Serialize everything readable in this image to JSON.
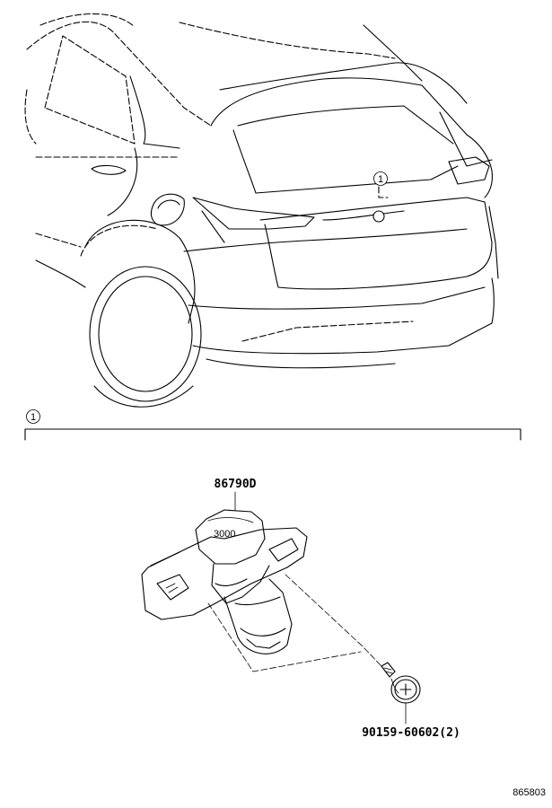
{
  "callouts": {
    "ref_marker_top": "1",
    "ref_marker_section": "1"
  },
  "parts": {
    "camera": {
      "number": "86790D"
    },
    "screw": {
      "number": "90159-60602(2)"
    }
  },
  "drawing_id": "865803",
  "colors": {
    "ink": "#000000",
    "paper": "#ffffff"
  }
}
